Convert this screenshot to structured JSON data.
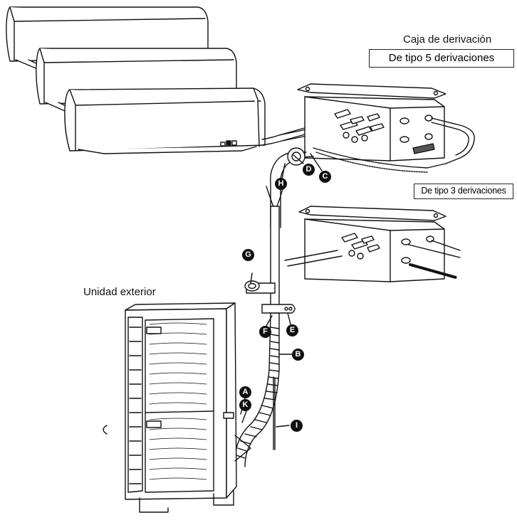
{
  "labels": {
    "branch_box_title": "Caja de derivación",
    "branch_box_5": "De tipo 5 derivaciones",
    "branch_box_3": "De tipo 3 derivaciones",
    "outdoor_unit": "Unidad exterior"
  },
  "callouts": {
    "a": "A",
    "b": "B",
    "c": "C",
    "d": "D",
    "e": "E",
    "f": "F",
    "g": "G",
    "h": "H",
    "i": "I",
    "k": "K"
  }
}
